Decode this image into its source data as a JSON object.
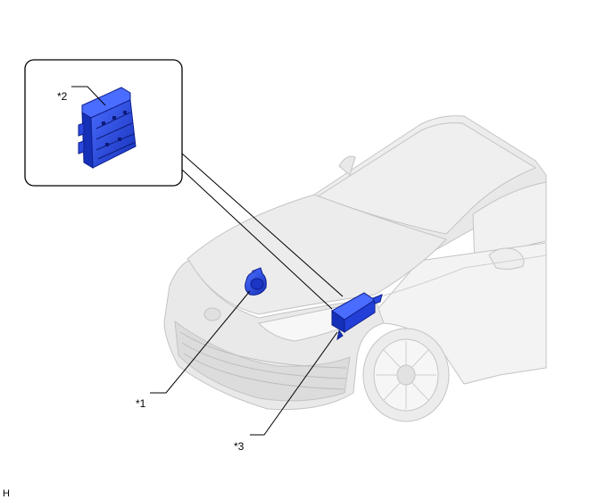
{
  "callouts": {
    "c1": "*1",
    "c2": "*2",
    "c3": "*3"
  },
  "corner_code": "H",
  "colors": {
    "part_blue": "#1f3bd6",
    "part_blue_dark": "#0f1f8c",
    "part_blue_light": "#4a6cff",
    "car_body": "#ededed",
    "car_outline": "#c8c8c8",
    "leader": "#000000"
  },
  "icons": {
    "part_1": "horn-icon",
    "part_2": "ecu-module-icon",
    "part_3": "ecu-module-icon"
  }
}
